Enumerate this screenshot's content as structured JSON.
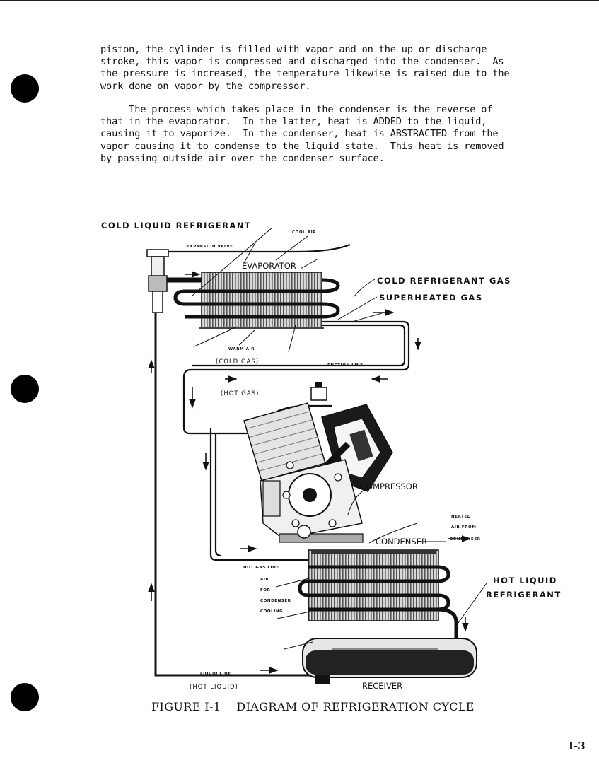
{
  "text": {
    "para1": [
      "piston, the cylinder is filled with vapor and on the up or discharge",
      "stroke, this vapor is compressed and discharged into the condenser.  As",
      "the pressure is increased, the temperature likewise is raised due to the",
      "work done on vapor by the compressor."
    ],
    "para2": [
      "     The process which takes place in the condenser is the reverse of",
      "that in the evaporator.  In the latter, heat is ADDED to the liquid,",
      "causing it to vaporize.  In the condenser, heat is ABSTRACTED from the",
      "vapor causing it to condense to the liquid state.  This heat is removed",
      "by passing outside air over the condenser surface."
    ]
  },
  "figure": {
    "labels": {
      "cold_liquid_refrigerant": "COLD LIQUID REFRIGERANT",
      "cool_air": "COOL AIR",
      "expansion_valve": "EXPANSION VALVE",
      "evaporator": "EVAPORATOR",
      "cold_refrigerant_gas": "COLD REFRIGERANT GAS",
      "superheated_gas": "SUPERHEATED GAS",
      "warm_air": "WARM AIR",
      "cold_gas": "(COLD GAS)",
      "suction_line": "SUCTION LINE",
      "hot_gas": "(HOT GAS)",
      "compressor": "COMPRESSOR",
      "heated_air_from_condenser": [
        "HEATED",
        "AIR FROM",
        "CONDENSER"
      ],
      "condenser": "CONDENSER",
      "hot_gas_line": "HOT GAS LINE",
      "air_for_condenser_cooling": [
        "AIR",
        "FOR",
        "CONDENSER",
        "COOLING"
      ],
      "hot_liquid_refrigerant": [
        "HOT LIQUID",
        "REFRIGERANT"
      ],
      "liquid_line": "LIQUID LINE",
      "hot_liquid": "(HOT LIQUID)",
      "receiver": "RECEIVER"
    },
    "caption": "FIGURE I-1    DIAGRAM OF REFRIGERATION CYCLE"
  },
  "page_number": "I-3"
}
